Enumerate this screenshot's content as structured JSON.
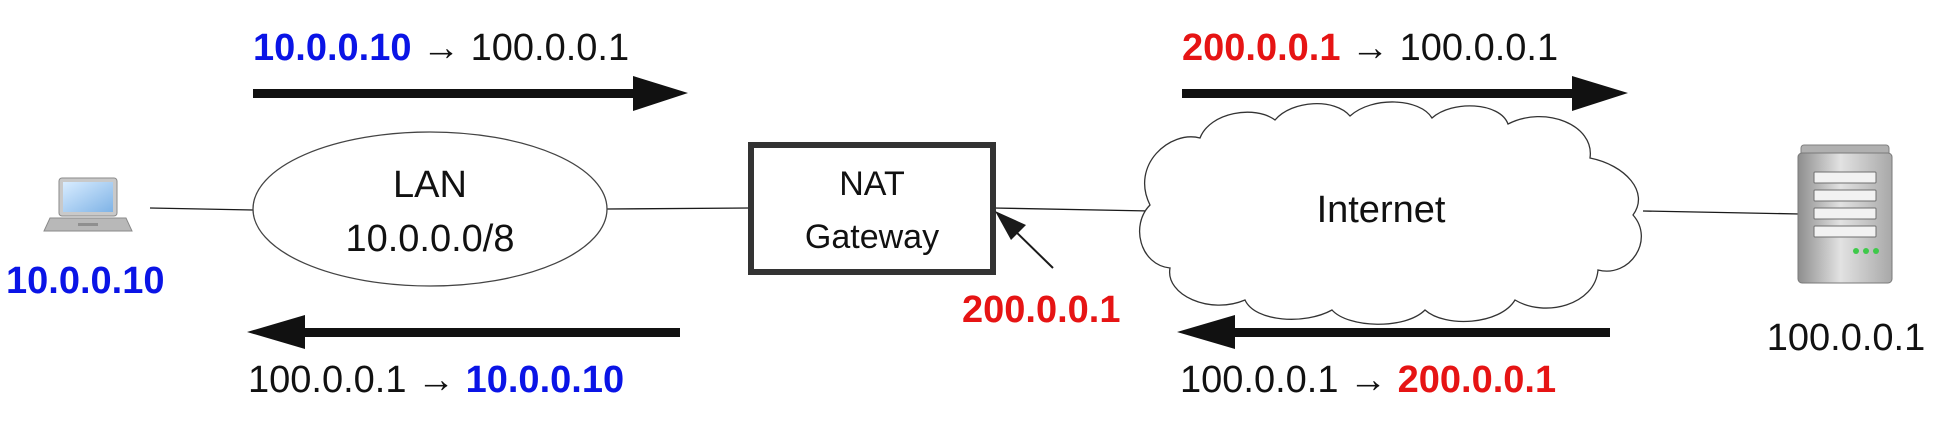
{
  "colors": {
    "private_ip": "#0a14e6",
    "public_ip": "#e61414",
    "stroke": "#1a1a1a",
    "box_border": "#333333",
    "text": "#111111"
  },
  "laptop": {
    "icon": "laptop-icon",
    "ip": "10.0.0.10"
  },
  "lan": {
    "title": "LAN",
    "subnet": "10.0.0.0/8"
  },
  "nat": {
    "line1": "NAT",
    "line2": "Gateway",
    "public_ip": "200.0.0.1"
  },
  "internet": {
    "label": "Internet",
    "icon": "cloud-icon"
  },
  "server": {
    "icon": "server-icon",
    "ip": "100.0.0.1"
  },
  "flows": {
    "lan_out": {
      "src": "10.0.0.10",
      "arrow": "→",
      "dst": "100.0.0.1"
    },
    "lan_in": {
      "src": "100.0.0.1",
      "arrow": "→",
      "dst": "10.0.0.10"
    },
    "wan_out": {
      "src": "200.0.0.1",
      "arrow": "→",
      "dst": "100.0.0.1"
    },
    "wan_in": {
      "src": "100.0.0.1",
      "arrow": "→",
      "dst": "200.0.0.1"
    }
  }
}
